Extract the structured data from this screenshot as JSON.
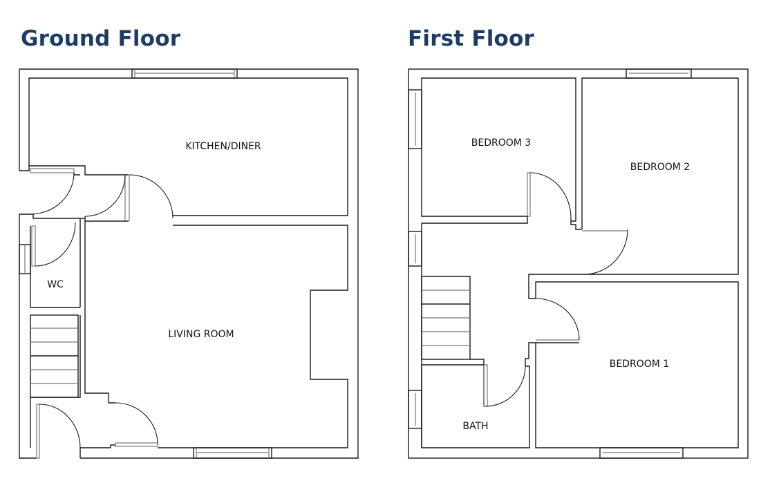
{
  "ground_floor": {
    "title": "Ground Floor",
    "rooms": {
      "kitchen": "KITCHEN/DINER",
      "living": "LIVING ROOM",
      "wc": "WC"
    }
  },
  "first_floor": {
    "title": "First Floor",
    "rooms": {
      "bedroom3": "BEDROOM 3",
      "bedroom2": "BEDROOM 2",
      "bedroom1": "BEDROOM 1",
      "bath": "BATH"
    }
  },
  "colors": {
    "title": "#1d3c63",
    "walls": "#1a1a1a"
  }
}
